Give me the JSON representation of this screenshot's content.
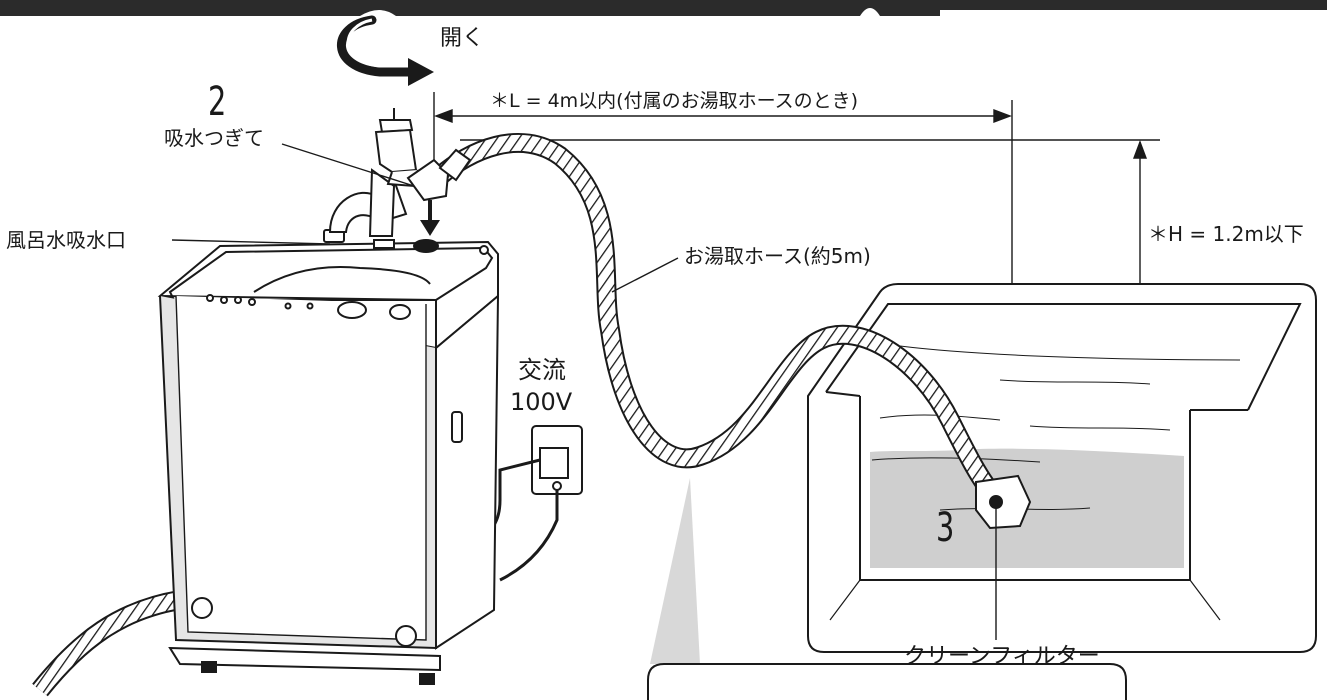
{
  "labels": {
    "open": "開く",
    "step2": "2",
    "intake_joint": "吸水つぎて",
    "distance_L": "＊L = 4m以内(付属のお湯取ホースのとき)",
    "bath_water_intake": "風呂水吸水口",
    "hose": "お湯取ホース(約5m)",
    "height_H": "＊H = 1.2m以下",
    "ac_line1": "交流",
    "ac_line2": "100V",
    "step3": "3",
    "clean_filter": "クリーンフィルター"
  },
  "colors": {
    "line": "#1a1a1a",
    "water": "#cfcfcf",
    "machine_shade": "#e6e6e6",
    "header_bar": "#2b2b2b"
  }
}
